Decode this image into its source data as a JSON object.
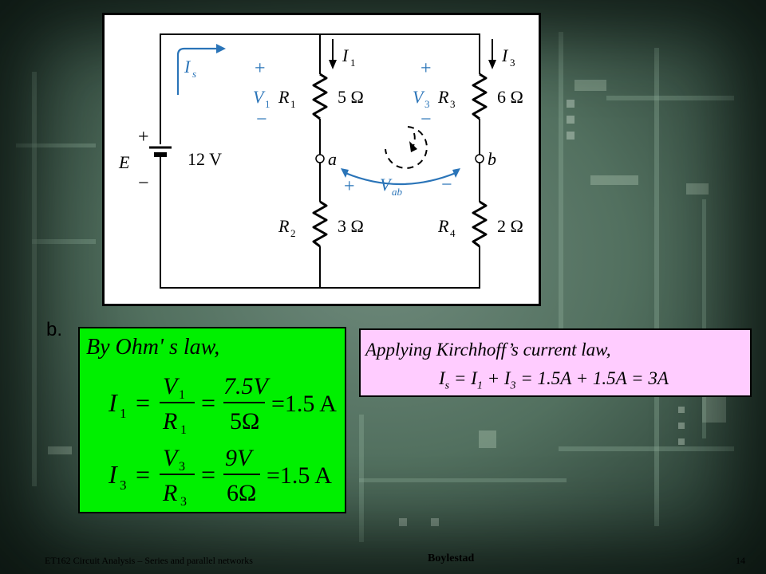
{
  "circuit": {
    "current_source": "I",
    "current_source_sub": "s",
    "source_name": "E",
    "source_value": "12 V",
    "plus": "+",
    "minus": "−",
    "I1": "I",
    "I1_sub": "1",
    "I3": "I",
    "I3_sub": "3",
    "V1": "V",
    "V1_sub": "1",
    "V3": "V",
    "V3_sub": "3",
    "R1": "R",
    "R1_sub": "1",
    "R1_value": "5 Ω",
    "R2": "R",
    "R2_sub": "2",
    "R2_value": "3 Ω",
    "R3": "R",
    "R3_sub": "3",
    "R3_value": "6 Ω",
    "R4": "R",
    "R4_sub": "4",
    "R4_value": "2 Ω",
    "node_a": "a",
    "node_b": "b",
    "Vab": "V",
    "Vab_sub": "ab"
  },
  "part_label": "b.",
  "ohm": {
    "heading": "By Ohm' s law,",
    "eq1": {
      "lhs": "I",
      "lhs_sub": "1",
      "num1": "V",
      "num1_sub": "1",
      "den1": "R",
      "den1_sub": "1",
      "num2": "7.5V",
      "den2": "5Ω",
      "result": "=1.5 A"
    },
    "eq2": {
      "lhs": "I",
      "lhs_sub": "3",
      "num1": "V",
      "num1_sub": "3",
      "den1": "R",
      "den1_sub": "3",
      "num2": "9V",
      "den2": "6Ω",
      "result": "=1.5 A"
    }
  },
  "kcl": {
    "line1": "Applying Kirchhoff’s current law,",
    "Is": "I",
    "Is_sub": "s",
    "eq_part1": " = I",
    "I1_sub": "1",
    "eq_part2": " + I",
    "I3_sub": "3",
    "eq_part3": " = 1.5A + 1.5A = 3A"
  },
  "footer": {
    "left": "ET162 Circuit Analysis – Series and parallel networks",
    "center": "Boylestad",
    "page": "14"
  }
}
